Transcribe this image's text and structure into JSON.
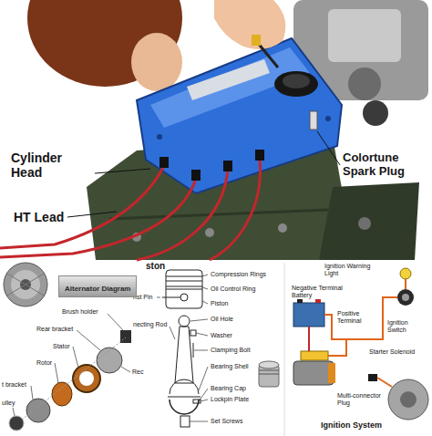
{
  "diagram": {
    "nodes": [
      {
        "text": [
          "Alternator Diagram"
        ]
      }
    ],
    "labels": [
      "Cylinder Head",
      "HT Lead",
      "Colortune Spark Plug",
      "Brush holder",
      "Rear bracket",
      "Stator",
      "Rotor",
      "Rec",
      "t bracket",
      "ulley",
      "ston",
      "Compression Rings",
      "Oil Control Ring",
      "Piston",
      "Oil Hole",
      "Washer",
      "Clamping Bolt",
      "Bearing Shell",
      "Bearing Cap",
      "Lockpin Plate",
      "Set Screws",
      "rist Pin",
      "necting Rod",
      "Ignition Warning Light",
      "Negative Terminal Battery",
      "Positive Terminal",
      "Ignition Switch",
      "Starter Solenoid",
      "Multi-connector Plug",
      "Ignition System"
    ]
  }
}
